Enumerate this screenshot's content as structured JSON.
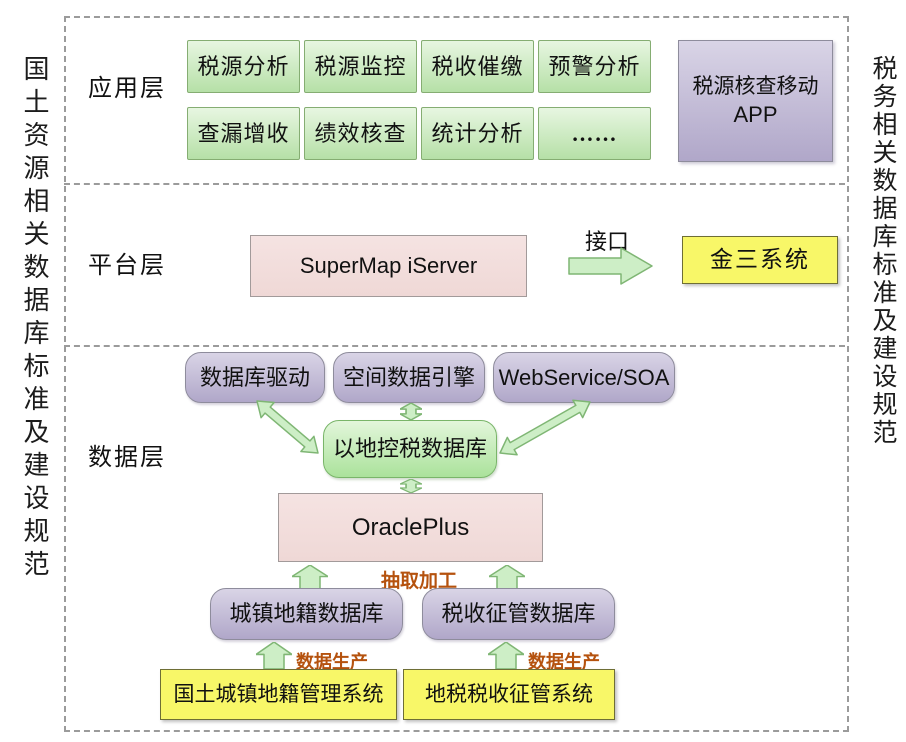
{
  "side_labels": {
    "left": "国土资源相关数据库标准及建设规范",
    "right": "税务相关数据库标准及建设规范"
  },
  "layers": {
    "application": {
      "label": "应用层",
      "row1": [
        "税源分析",
        "税源监控",
        "税收催缴",
        "预警分析"
      ],
      "row2": [
        "查漏增收",
        "绩效核查",
        "统计分析",
        "……"
      ],
      "mobile_app": {
        "line1": "税源核查移动",
        "line2": "APP"
      }
    },
    "platform": {
      "label": "平台层",
      "server": "SuperMap iServer",
      "interface_label": "接口",
      "external_system": "金三系统"
    },
    "data": {
      "label": "数据层",
      "services": [
        "数据库驱动",
        "空间数据引擎",
        "WebService/SOA"
      ],
      "core_db": "以地控税数据库",
      "oracle": "OraclePlus",
      "etl_label": "抽取加工",
      "source_dbs": [
        "城镇地籍数据库",
        "税收征管数据库"
      ],
      "production_label": "数据生产",
      "source_systems": [
        "国土城镇地籍管理系统",
        "地税税收征管系统"
      ]
    }
  },
  "colors": {
    "module_green": "#b6e0a7",
    "service_purple": "#b0a7c9",
    "platform_pink": "#efd8d6",
    "system_yellow": "#f8f768",
    "core_db_green": "#abe29b",
    "arrow_green": "#cdeec6",
    "flow_label_orange": "#b5520e",
    "dashed_border_gray": "#9b9b9b"
  }
}
